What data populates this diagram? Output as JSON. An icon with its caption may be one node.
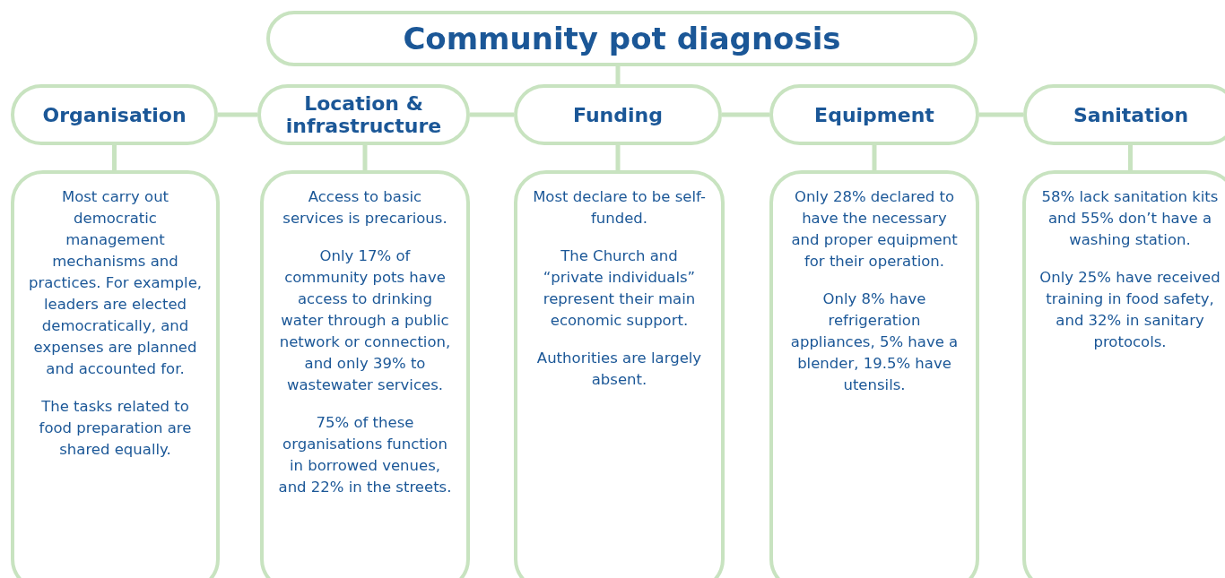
{
  "diagram": {
    "nodes": [
      {
        "text": [
          "Community pot diagnosis"
        ]
      },
      {
        "text": [
          "Organisation"
        ]
      },
      {
        "text": [
          "Location & infrastructure"
        ]
      },
      {
        "text": [
          "Funding"
        ]
      },
      {
        "text": [
          "Equipment"
        ]
      },
      {
        "text": [
          "Sanitation"
        ]
      },
      {
        "text": [
          "Most carry out democratic management mechanisms and practices. For example, leaders are elected democratically, and expenses are planned and accounted for.",
          "The tasks related to food preparation are shared equally."
        ]
      },
      {
        "text": [
          "Access to basic services is precarious.",
          "Only 17% of community pots have access to drinking water through a public network or connection, and only 39% to wastewater services.",
          "75% of these organisations function in borrowed venues, and 22% in the streets."
        ]
      },
      {
        "text": [
          "Most declare to be self-funded.",
          "The Church and “private individuals” represent their main economic support.",
          "Authorities are largely absent."
        ]
      },
      {
        "text": [
          "Only 28% declared to have the necessary and proper equipment for their operation.",
          "Only 8% have refrigeration appliances, 5% have a blender, 19.5% have utensils."
        ]
      },
      {
        "text": [
          "58% lack sanitation kits and 55% don’t have a washing station.",
          "Only 25% have received training in food safety, and 32% in sanitary protocols."
        ]
      }
    ],
    "edges": [
      {
        "from": 0,
        "to": 3,
        "arrow": "none"
      },
      {
        "from": 1,
        "to": 2,
        "arrow": "none"
      },
      {
        "from": 2,
        "to": 3,
        "arrow": "none"
      },
      {
        "from": 3,
        "to": 4,
        "arrow": "none"
      },
      {
        "from": 4,
        "to": 5,
        "arrow": "none"
      },
      {
        "from": 1,
        "to": 6,
        "arrow": "none"
      },
      {
        "from": 2,
        "to": 7,
        "arrow": "none"
      },
      {
        "from": 3,
        "to": 8,
        "arrow": "none"
      },
      {
        "from": 4,
        "to": 9,
        "arrow": "none"
      },
      {
        "from": 5,
        "to": 10,
        "arrow": "none"
      }
    ]
  }
}
